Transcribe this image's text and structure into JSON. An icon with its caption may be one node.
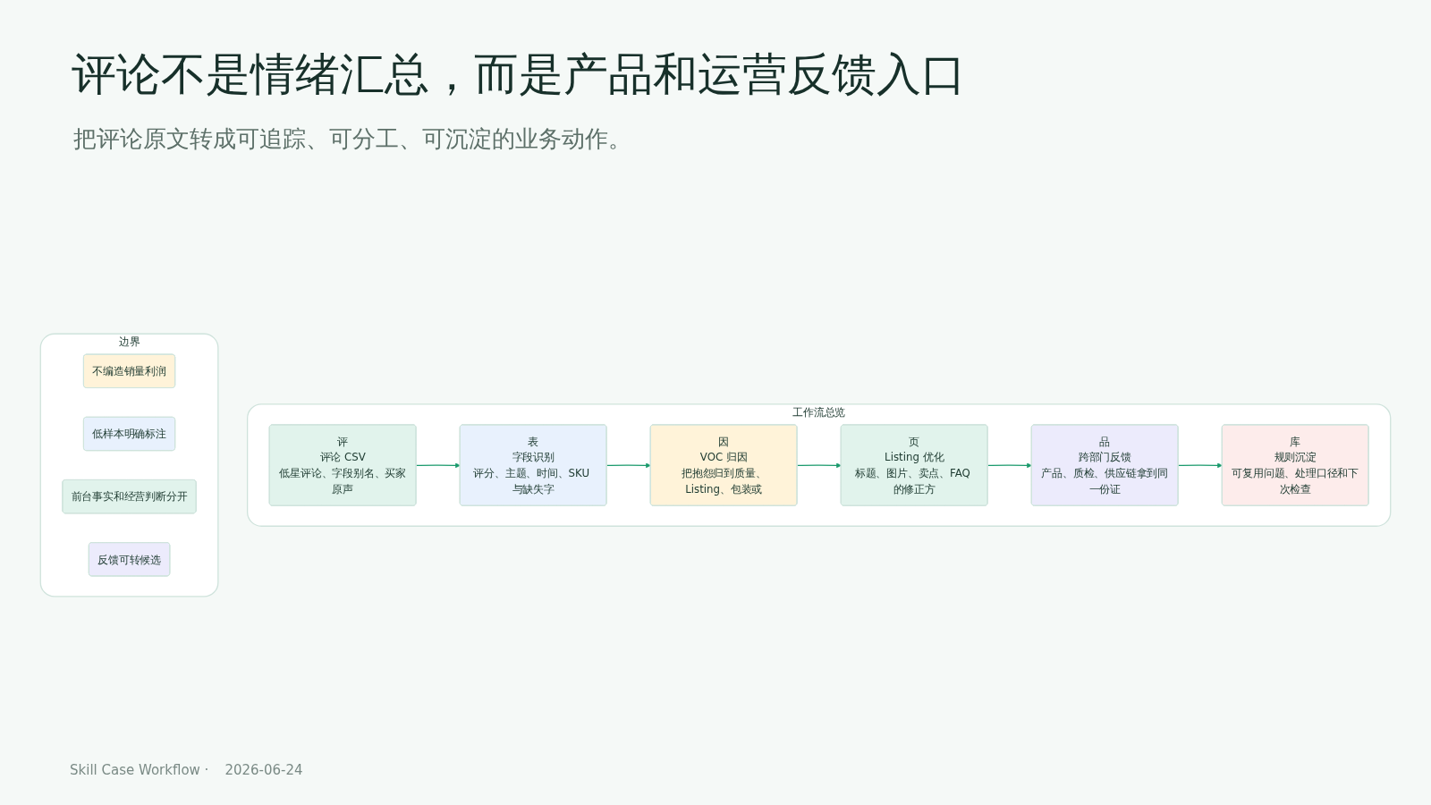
{
  "diagram": {
    "title": "评论不是情绪汇总，而是产品和运营反馈入口",
    "nodes": [
      {
        "text": [
          "工作流总览"
        ]
      },
      {
        "text": [
          "评",
          "评论 CSV",
          "低星评论、字段别名、买家原声"
        ],
        "in": 0
      },
      {
        "text": [
          "表",
          "字段识别",
          "评分、主题、时间、SKU 与缺失字"
        ],
        "in": 0
      },
      {
        "text": [
          "因",
          "VOC 归因",
          "把抱怨归到质量、Listing、包装或"
        ],
        "in": 0
      },
      {
        "text": [
          "页",
          "Listing 优化",
          "标题、图片、卖点、FAQ 的修正方"
        ],
        "in": 0
      },
      {
        "text": [
          "品",
          "跨部门反馈",
          "产品、质检、供应链拿到同一份证"
        ],
        "in": 0
      },
      {
        "text": [
          "库",
          "规则沉淀",
          "可复用问题、处理口径和下次检查"
        ],
        "in": 0
      },
      {
        "text": [
          "边界"
        ]
      },
      {
        "text": [
          "不编造销量利润"
        ],
        "in": 7
      },
      {
        "text": [
          "低样本明确标注"
        ],
        "in": 7
      },
      {
        "text": [
          "前台事实和经营判断分开"
        ],
        "in": 7
      },
      {
        "text": [
          "反馈可转候选"
        ],
        "in": 7
      }
    ],
    "edges": [
      {
        "from": 1,
        "to": 2,
        "arrow": "to"
      },
      {
        "from": 2,
        "to": 3,
        "arrow": "to"
      },
      {
        "from": 3,
        "to": 4,
        "arrow": "to"
      },
      {
        "from": 4,
        "to": 5,
        "arrow": "to"
      },
      {
        "from": 5,
        "to": 6,
        "arrow": "to"
      }
    ],
    "labels": [
      "把评论原文转成可追踪、可分工、可沉淀的业务动作。",
      "Skill Case Workflow ·",
      "2026-06-24"
    ]
  }
}
